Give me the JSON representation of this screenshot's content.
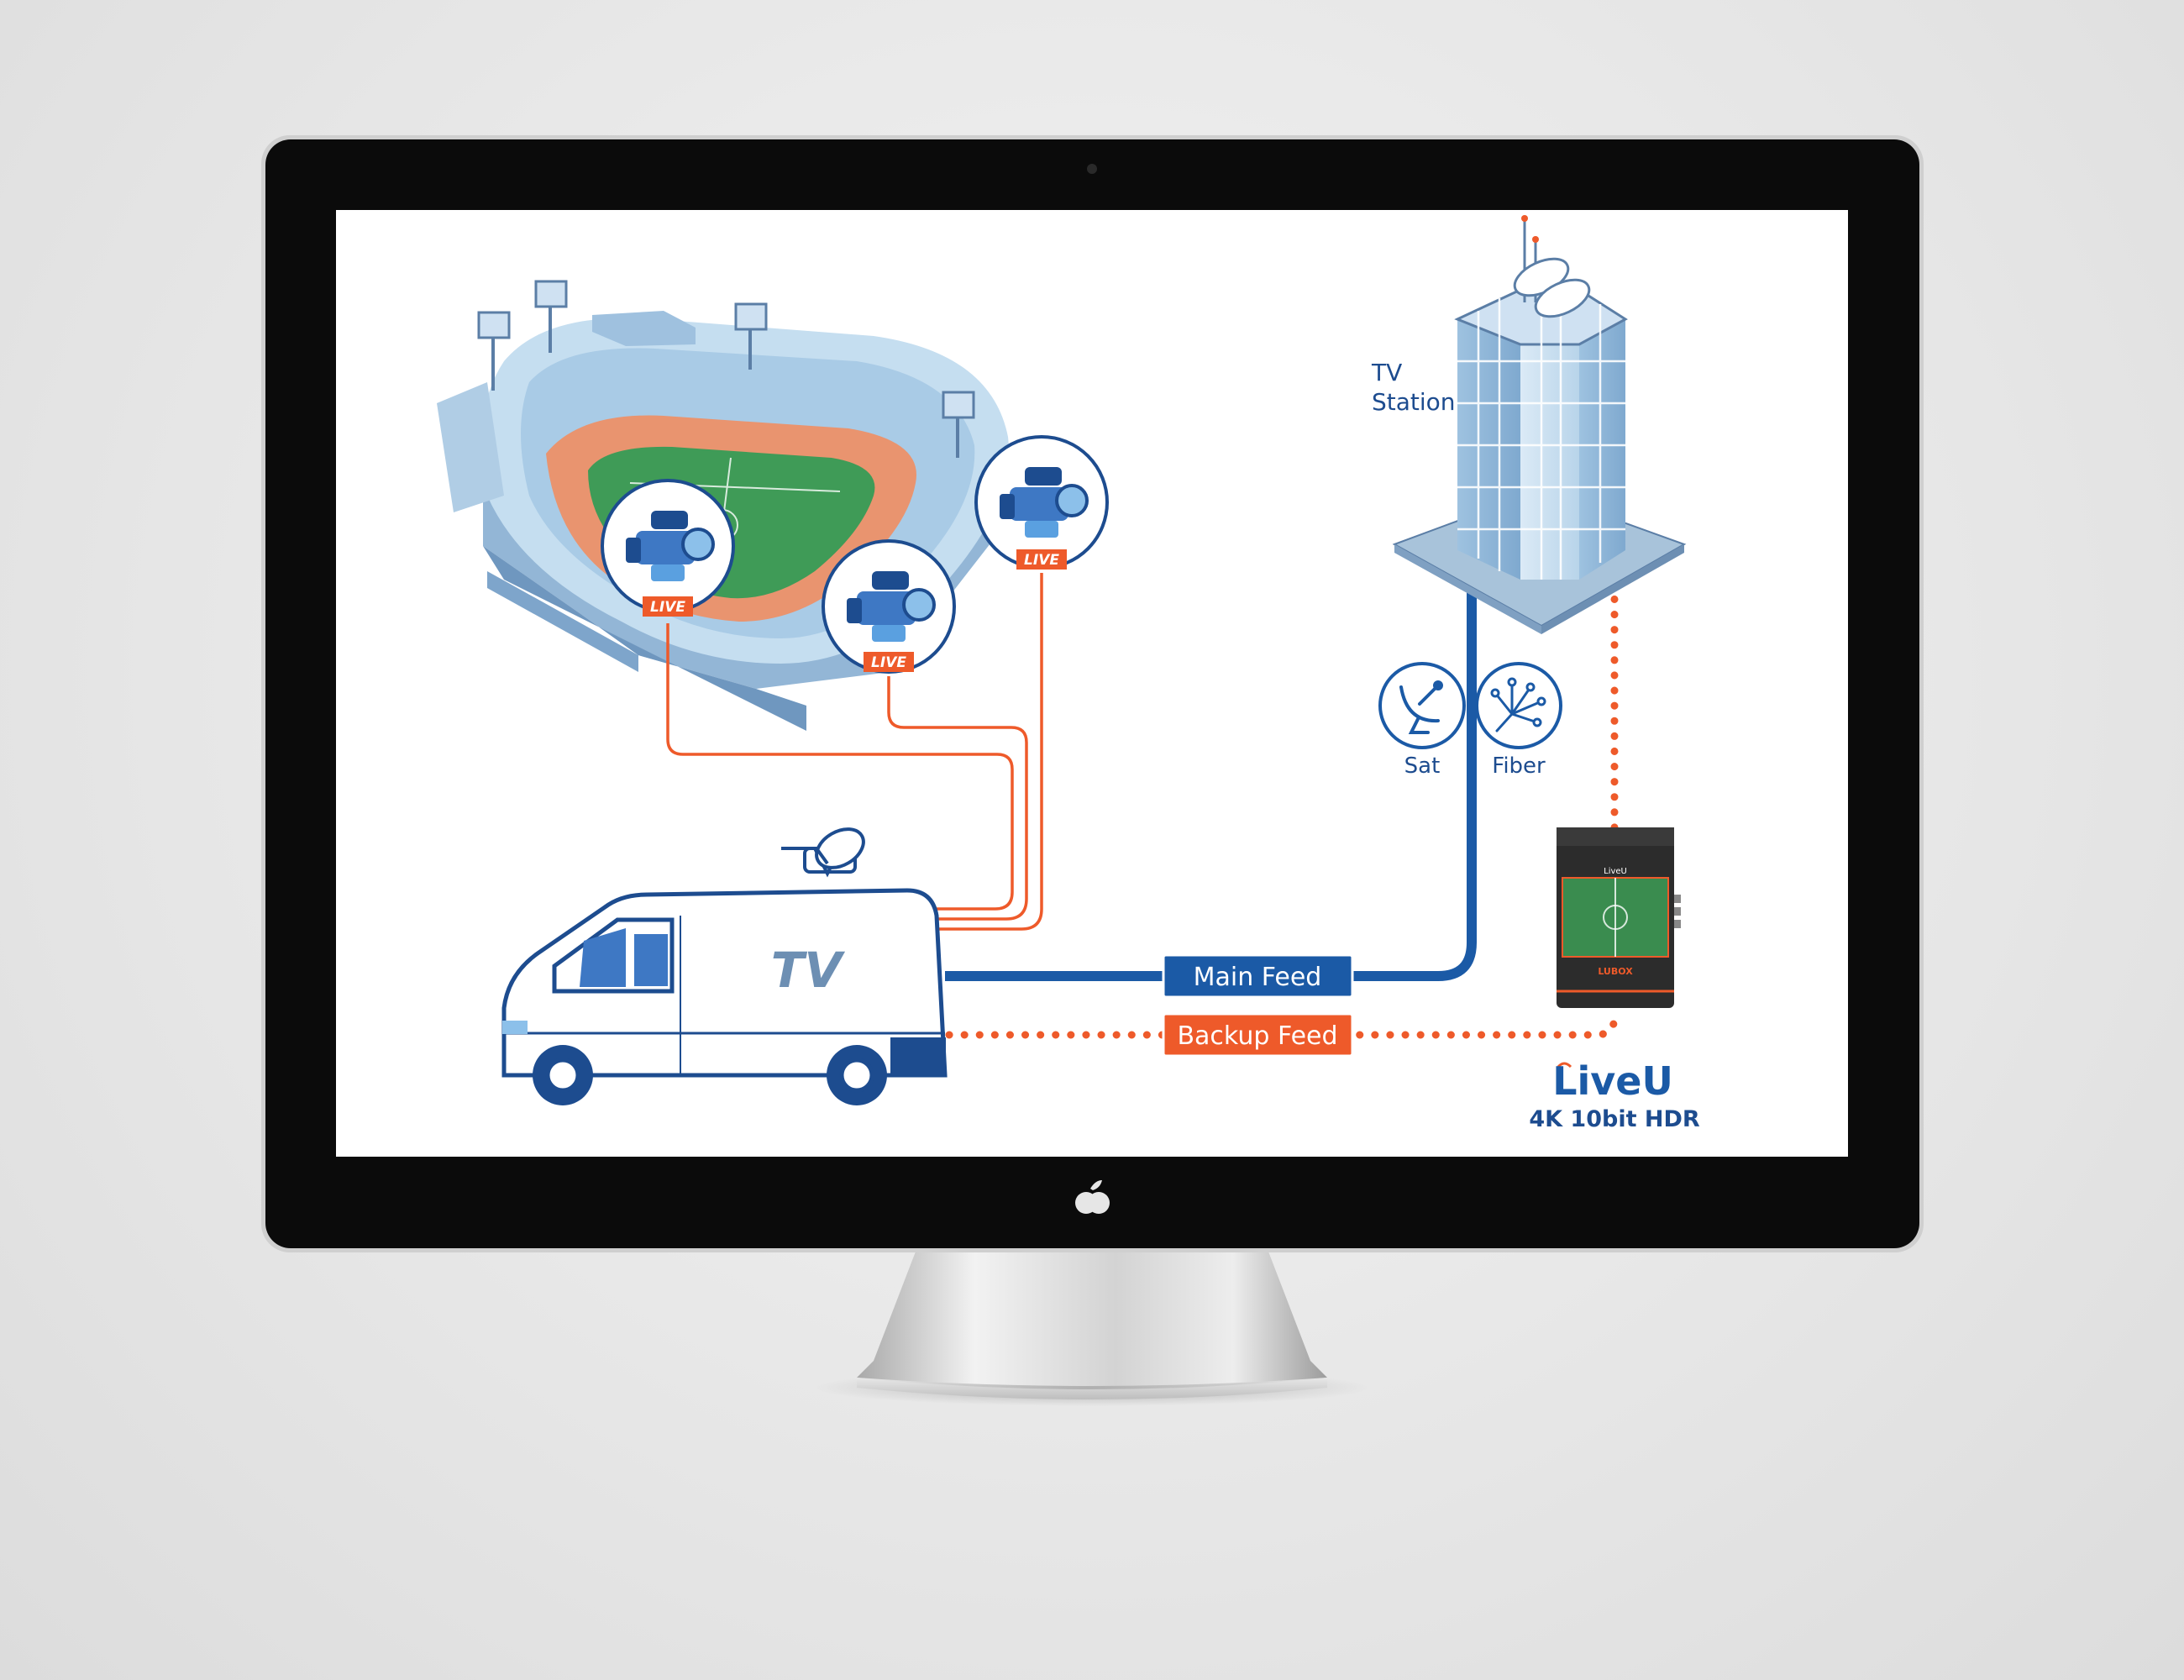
{
  "station": {
    "label_line1": "TV",
    "label_line2": "Station"
  },
  "icons": {
    "sat_label": "Sat",
    "fiber_label": "Fiber"
  },
  "cameras": [
    {
      "badge": "LIVE"
    },
    {
      "badge": "LIVE"
    },
    {
      "badge": "LIVE"
    }
  ],
  "van": {
    "side_text": "TV"
  },
  "feeds": {
    "main_label": "Main Feed",
    "backup_label": "Backup Feed"
  },
  "lubox": {
    "screen_brand": "LiveU",
    "base_text": "LUBOX"
  },
  "brand": {
    "logo_text": "LiveU",
    "tagline": "4K 10bit HDR"
  },
  "colors": {
    "blue": "#1b5aa6",
    "orange": "#ee5a2a",
    "light_blue": "#b9d9ee",
    "navy": "#1d4c8f"
  }
}
